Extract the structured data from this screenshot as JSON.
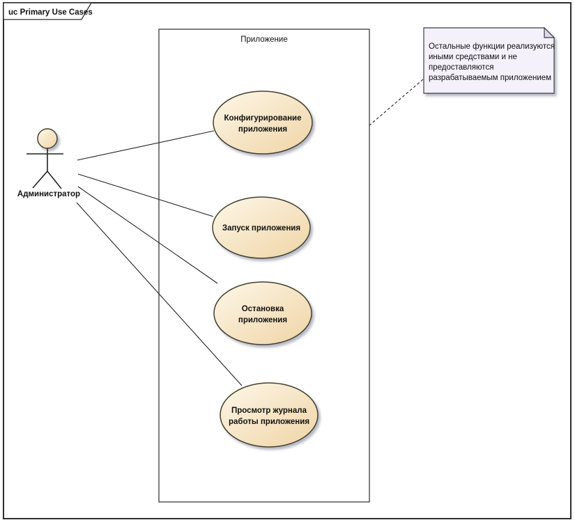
{
  "frame": {
    "label": "uc Primary Use Cases"
  },
  "boundary": {
    "label": "Приложение"
  },
  "actor": {
    "label": "Администратор"
  },
  "usecases": [
    {
      "id": "configure",
      "lines": [
        "Конфигурирование",
        "приложения"
      ]
    },
    {
      "id": "start",
      "lines": [
        "Запуск приложения"
      ]
    },
    {
      "id": "stop",
      "lines": [
        "Остановка",
        "приложения"
      ]
    },
    {
      "id": "viewlog",
      "lines": [
        "Просмотр журнала",
        "работы приложения"
      ]
    }
  ],
  "note": {
    "lines": [
      "Остальные функции реализуются",
      "иными средствами и не",
      "предоставляются",
      "разрабатываемым приложением"
    ]
  },
  "colors": {
    "usecase_fill_light": "#FDF7E8",
    "usecase_fill_dark": "#EFD4A5",
    "shape_stroke": "#43402F",
    "note_fill": "#F4F1FA",
    "note_fold": "#DCD8E6",
    "line": "#222222",
    "background": "#FFFFFF"
  }
}
